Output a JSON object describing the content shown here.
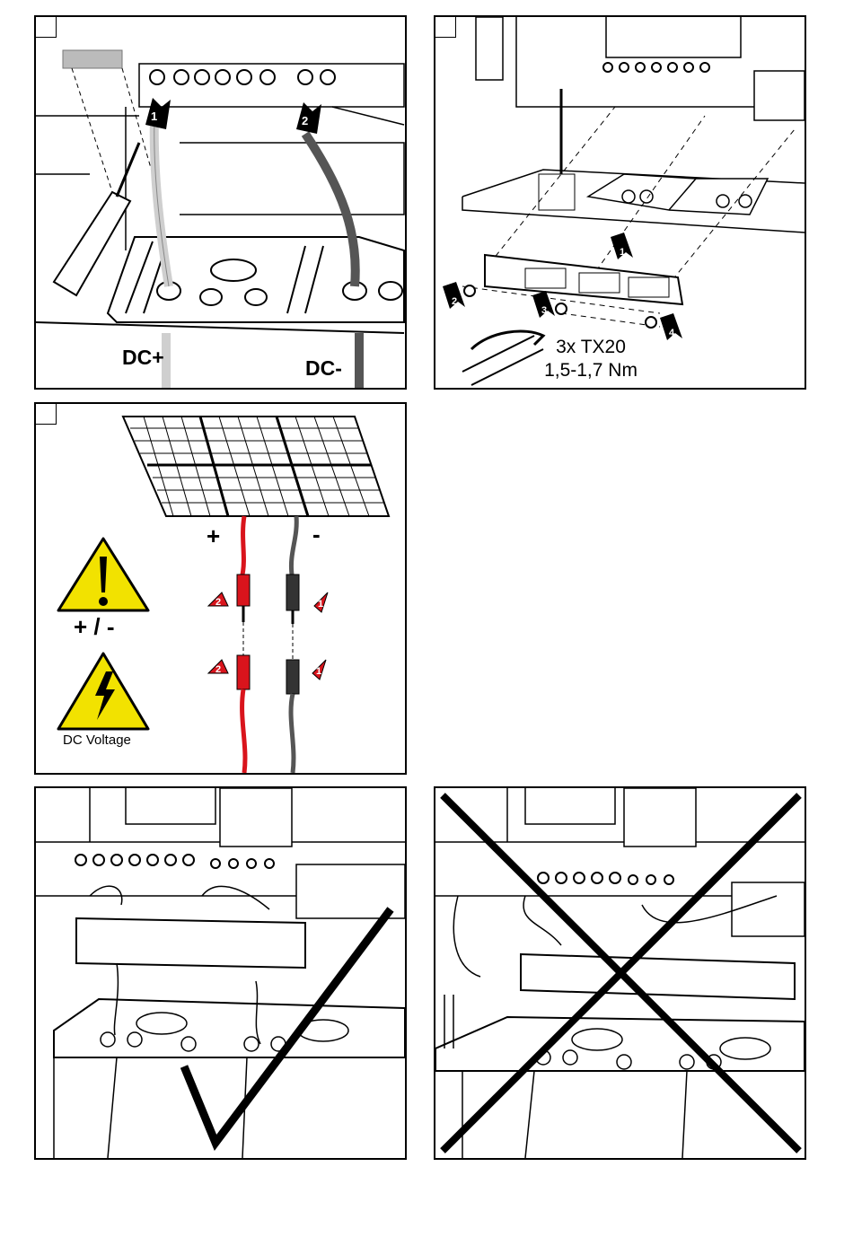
{
  "panel1": {
    "dc_plus": "DC+",
    "dc_minus": "DC-",
    "arrows": [
      "1",
      "2"
    ]
  },
  "panel2": {
    "spec_line1": "3x TX20",
    "spec_line2": "1,5-1,7 Nm",
    "arrows": [
      "1",
      "2",
      "3",
      "4"
    ]
  },
  "panel3": {
    "plus": "+",
    "minus": "-",
    "polarity": "+ / -",
    "dc_voltage": "DC Voltage",
    "arrows": [
      "1",
      "2",
      "1",
      "2"
    ]
  },
  "colors": {
    "red_cable": "#d9141c",
    "dark_cable": "#555555",
    "warning_yellow": "#f2e200",
    "gray_cable": "#cfcfcf"
  }
}
